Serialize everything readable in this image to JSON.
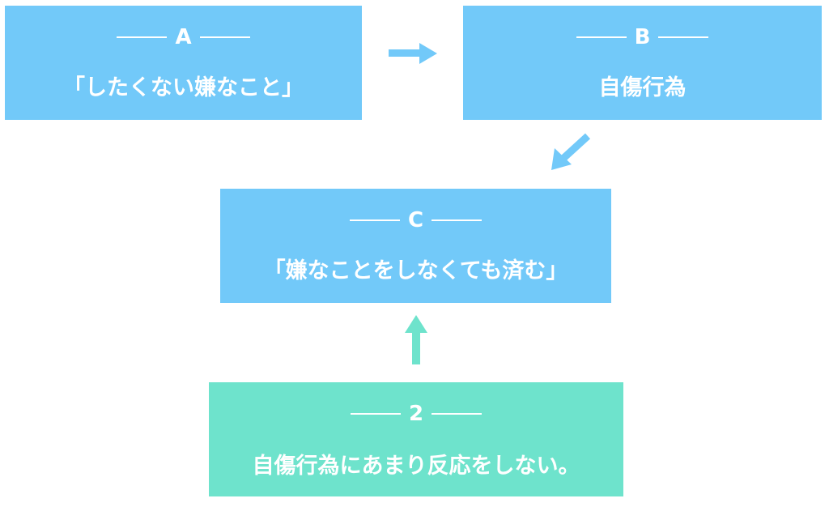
{
  "boxes": {
    "a": {
      "label": "A",
      "text": "「したくない嫌なこと」"
    },
    "b": {
      "label": "B",
      "text": "自傷行為"
    },
    "c": {
      "label": "C",
      "text": "「嫌なことをしなくても済む」"
    },
    "two": {
      "label": "2",
      "text": "自傷行為にあまり反応をしない。"
    }
  },
  "colors": {
    "blue": "#72c9f9",
    "green": "#6ee3cc",
    "text": "#ffffff"
  },
  "arrows": [
    {
      "from": "A",
      "to": "B",
      "color": "#72c9f9"
    },
    {
      "from": "B",
      "to": "C",
      "color": "#72c9f9"
    },
    {
      "from": "2",
      "to": "C",
      "color": "#6ee3cc"
    }
  ]
}
